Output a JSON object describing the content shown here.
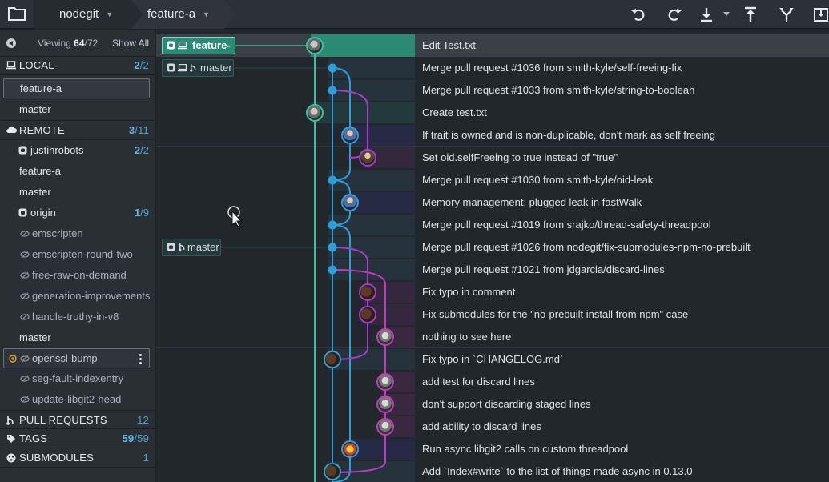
{
  "toolbar": {
    "repo": "nodegit",
    "branch": "feature-a"
  },
  "sidebar": {
    "viewing_label": "Viewing",
    "viewing_count": "64",
    "viewing_total": "/72",
    "show_all": "Show All",
    "local": {
      "label": "LOCAL",
      "count": "2",
      "total": "/2",
      "items": [
        "feature-a",
        "master"
      ]
    },
    "remote": {
      "label": "REMOTE",
      "count": "3",
      "total": "/11",
      "justinrobots": {
        "name": "justinrobots",
        "count": "2",
        "total": "/2",
        "items": [
          "feature-a",
          "master"
        ]
      },
      "origin": {
        "name": "origin",
        "count": "1",
        "total": "/9",
        "items": [
          "emscripten",
          "emscripten-round-two",
          "free-raw-on-demand",
          "generation-improvements",
          "handle-truthy-in-v8",
          "master",
          "openssl-bump",
          "seg-fault-indexentry",
          "update-libgit2-head"
        ]
      }
    },
    "pull_requests": {
      "label": "PULL REQUESTS",
      "count": "12"
    },
    "tags": {
      "label": "TAGS",
      "count": "59",
      "total": "/59"
    },
    "submodules": {
      "label": "SUBMODULES",
      "count": "1"
    }
  },
  "refs": {
    "feature_a": "feature-a",
    "master": "master",
    "origin_master": "master"
  },
  "commits": [
    "Edit Test.txt",
    "Merge pull request #1036 from smith-kyle/self-freeing-fix",
    "Merge pull request #1033 from smith-kyle/string-to-boolean",
    "Create test.txt",
    "If trait is owned and is non-duplicable, don't mark as self freeing",
    "Set oid.selfFreeing to true instead of \"true\"",
    "Merge pull request #1030 from smith-kyle/oid-leak",
    "Memory management: plugged leak in fastWalk",
    "Merge pull request #1019 from srajko/thread-safety-threadpool",
    "Merge pull request #1026 from nodegit/fix-submodules-npm-no-prebuilt",
    "Merge pull request #1021 from jdgarcia/discard-lines",
    "Fix typo in comment",
    "Fix submodules for the \"no-prebuilt install from npm\" case",
    "nothing to see here",
    "Fix typo in `CHANGELOG.md`",
    "add test for discard lines",
    "don't support discarding staged lines",
    "add ability to discard lines",
    "Run async libgit2 calls on custom threadpool",
    "Add `Index#write` to the list of things made async in 0.13.0"
  ],
  "colors": {
    "teal": "#2fc6a4",
    "blue": "#2d9fd9",
    "purple": "#a33fc8",
    "magenta": "#c03cbf",
    "accent_count": "#4aa3d5"
  }
}
